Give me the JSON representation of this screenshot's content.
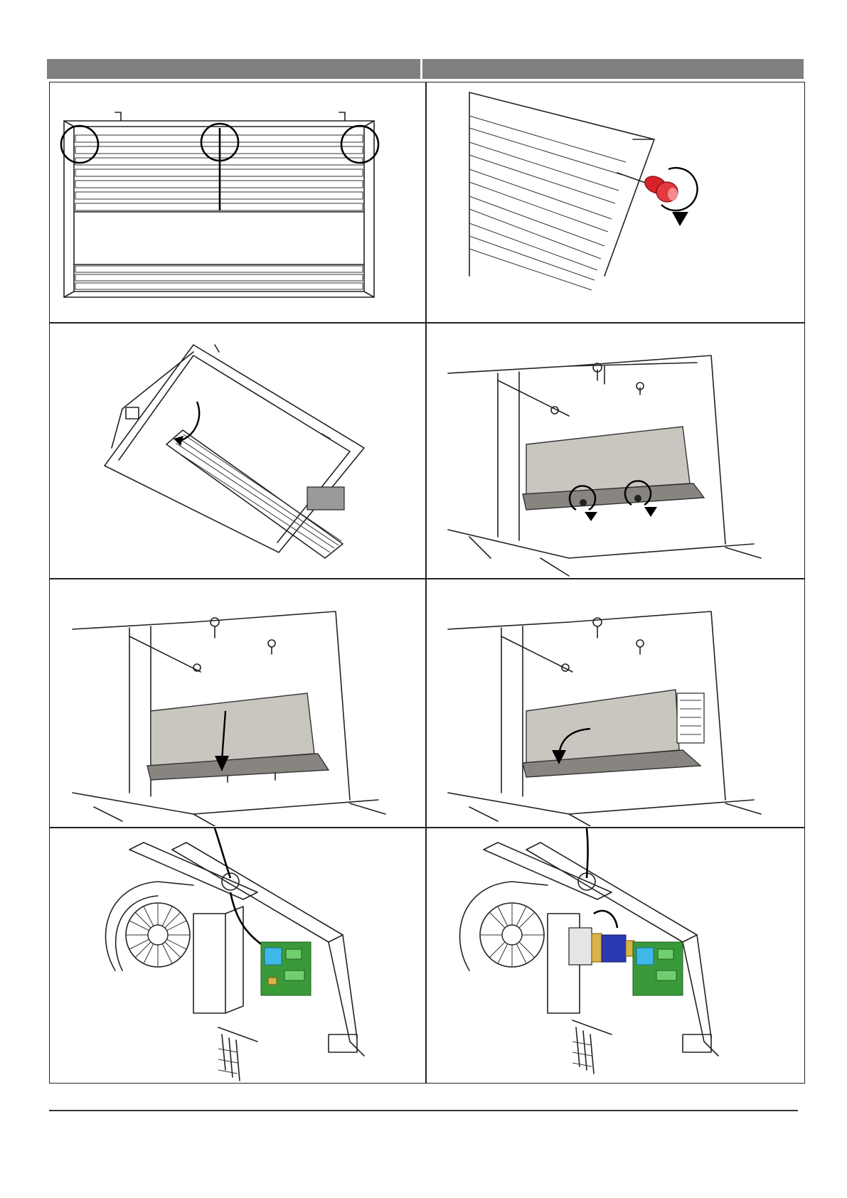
{
  "document": {
    "header_row": [
      "",
      ""
    ],
    "panels": [
      {
        "row": 1,
        "col": 1,
        "icon": "louver-grille-top-view-icon"
      },
      {
        "row": 1,
        "col": 2,
        "icon": "screw-release-red-icon"
      },
      {
        "row": 2,
        "col": 1,
        "icon": "grille-swing-open-icon"
      },
      {
        "row": 2,
        "col": 2,
        "icon": "cover-screws-unscrew-icon"
      },
      {
        "row": 3,
        "col": 1,
        "icon": "cover-slide-down-icon"
      },
      {
        "row": 3,
        "col": 2,
        "icon": "cover-tilt-remove-icon"
      },
      {
        "row": 4,
        "col": 1,
        "icon": "fan-electronics-board-icon"
      },
      {
        "row": 4,
        "col": 2,
        "icon": "fan-electronics-motor-installed-icon"
      }
    ],
    "colors": {
      "header": "#808080",
      "cover_plate": "#c9c6c0",
      "cover_flange": "#888580",
      "screw_tool_red": "#d9232a",
      "connector_cyan": "#3fb8e8",
      "terminal_green": "#3a9a3a",
      "motor_blue": "#2a3ab0"
    }
  }
}
